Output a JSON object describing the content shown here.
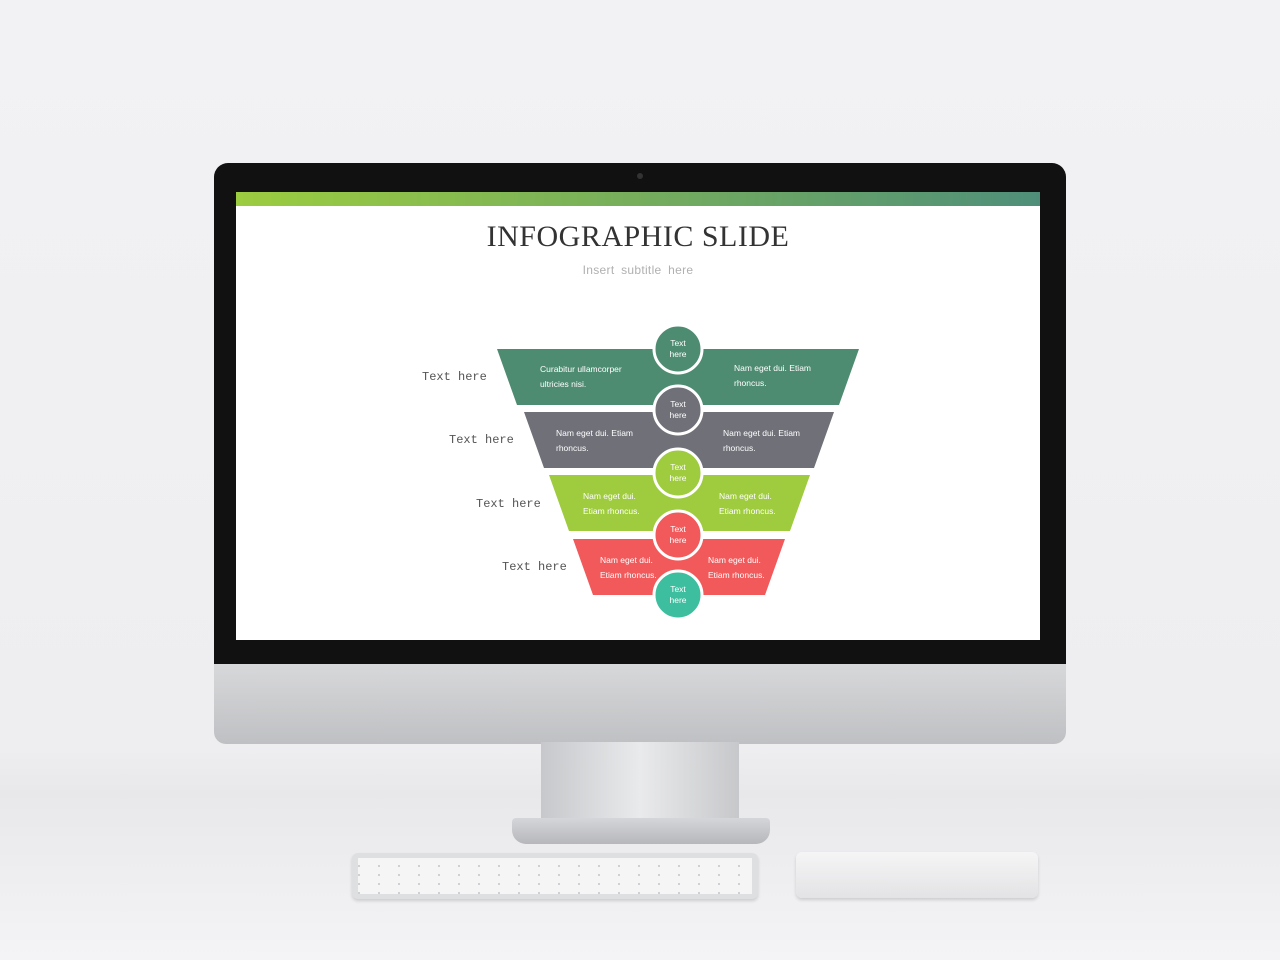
{
  "slide": {
    "title": "INFOGRAPHIC SLIDE",
    "subtitle": "Insert  subtitle  here",
    "accent_gradient": [
      "#9ccc3f",
      "#4f8f7a"
    ]
  },
  "funnel": {
    "levels": [
      {
        "side_label": "Text  here",
        "left_text": [
          "Curabitur ullamcorper",
          "ultricies nisi."
        ],
        "right_text": [
          "Nam eget dui. Etiam",
          "rhoncus."
        ],
        "circle_label": [
          "Text",
          "here"
        ],
        "color": "#4e8c72"
      },
      {
        "side_label": "Text  here",
        "left_text": [
          "Nam eget dui. Etiam",
          "rhoncus."
        ],
        "right_text": [
          "Nam eget dui. Etiam",
          "rhoncus."
        ],
        "circle_label": [
          "Text",
          "here"
        ],
        "color": "#6f7078"
      },
      {
        "side_label": "Text  here",
        "left_text": [
          "Nam eget dui.",
          "Etiam  rhoncus."
        ],
        "right_text": [
          "Nam eget dui.",
          "Etiam  rhoncus."
        ],
        "circle_label": [
          "Text",
          "here"
        ],
        "color": "#9fcb3e"
      },
      {
        "side_label": "Text  here",
        "left_text": [
          "Nam eget dui.",
          "Etiam  rhoncus."
        ],
        "right_text": [
          "Nam eget dui.",
          "Etiam  rhoncus."
        ],
        "circle_label": [
          "Text",
          "here"
        ],
        "color": "#f2595b"
      }
    ],
    "bottom_circle": {
      "label": [
        "Text",
        "here"
      ],
      "color": "#3dbf9f"
    }
  }
}
